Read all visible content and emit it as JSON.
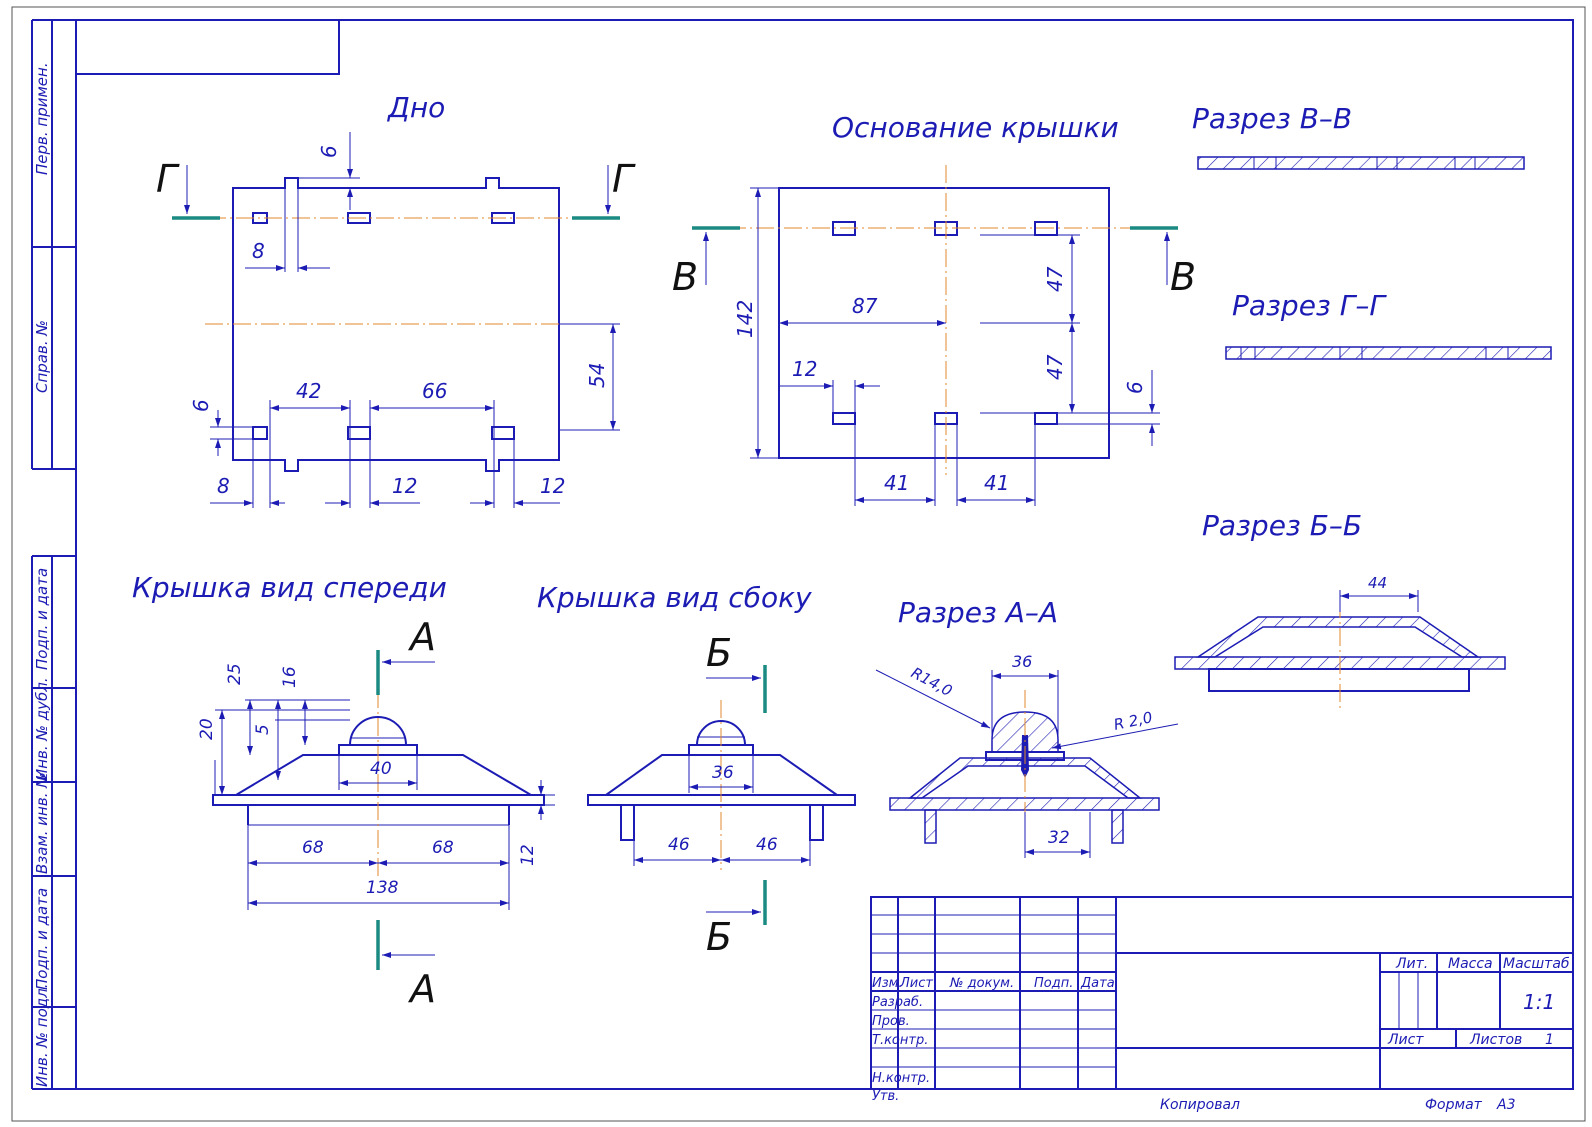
{
  "sidebar_labels": [
    "Перв. примен.",
    "Справ. №",
    "Подп. и дата",
    "Инв. № дубл.",
    "Взам. инв. №",
    "Подп. и дата",
    "Инв. № подл."
  ],
  "views": {
    "dno": "Дно",
    "osnovanie": "Основание крышки",
    "razrez_vv": "Разрез В–В",
    "razrez_gg": "Разрез Г–Г",
    "razrez_bb": "Разрез Б–Б",
    "kryshka_front": "Крышка вид спереди",
    "kryshka_side": "Крышка вид сбоку",
    "razrez_aa": "Разрез А–А"
  },
  "section_letters": {
    "g": "Г",
    "v": "В",
    "a": "А",
    "b": "Б"
  },
  "dims": {
    "dno": {
      "d6": "6",
      "d8a": "8",
      "d42": "42",
      "d66": "66",
      "d54": "54",
      "d6b": "6",
      "d8b": "8",
      "d12a": "12",
      "d12b": "12"
    },
    "osn": {
      "d142": "142",
      "d87": "87",
      "d12": "12",
      "d47a": "47",
      "d47b": "47",
      "d6": "6",
      "d41a": "41",
      "d41b": "41"
    },
    "front": {
      "d25": "25",
      "d16": "16",
      "d20": "20",
      "d5": "5",
      "d40": "40",
      "d68a": "68",
      "d68b": "68",
      "d138": "138",
      "d12": "12"
    },
    "side": {
      "d36": "36",
      "d46a": "46",
      "d46b": "46"
    },
    "aa": {
      "r14": "R14,0",
      "d36": "36",
      "r2": "R 2,0",
      "d32": "32"
    },
    "bb": {
      "d44": "44"
    }
  },
  "title_block": {
    "header": [
      "Изм.",
      "Лист",
      "№ докум.",
      "Подп.",
      "Дата"
    ],
    "rows": [
      "Разраб.",
      "Пров.",
      "Т.контр.",
      "Н.контр.",
      "Утв."
    ],
    "lit": "Лит.",
    "massa": "Масса",
    "masshtab": "Масштаб",
    "scale": "1:1",
    "list": "Лист",
    "listov": "Листов",
    "listov_val": "1"
  },
  "footer": {
    "kopiroval": "Копировал",
    "format": "Формат",
    "format_val": "А3"
  }
}
